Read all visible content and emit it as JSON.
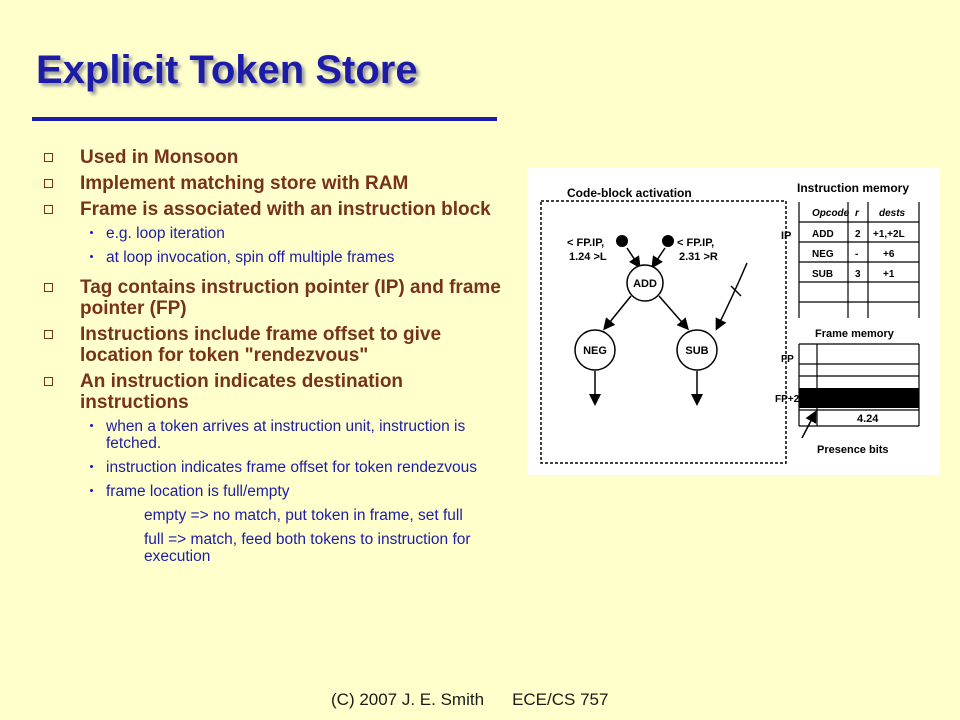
{
  "slide": {
    "title": "Explicit Token Store",
    "bullets": [
      "Used in Monsoon",
      "Implement matching store with RAM",
      "Frame is associated with an instruction block",
      "Tag contains instruction pointer (IP) and frame pointer (FP)",
      "Instructions include frame offset to give location for token \"rendezvous\"",
      "An instruction indicates destination instructions"
    ],
    "sub_bullets_block": [
      "e.g. loop iteration",
      "at loop invocation, spin off multiple frames"
    ],
    "sub_bullets_dest": [
      "when a token arrives at instruction unit, instruction is fetched.",
      "instruction indicates frame offset for token rendezvous",
      "frame location is full/empty"
    ],
    "level3": [
      "empty => no match, put token in frame, set full",
      "full => match, feed both tokens to instruction for execution"
    ]
  },
  "figure": {
    "code_block_title": "Code-block activation",
    "token_left": [
      "< FP.IP,",
      "1.24 >L"
    ],
    "token_right": [
      "< FP.IP,",
      "2.31 >R"
    ],
    "nodes": [
      "ADD",
      "NEG",
      "SUB"
    ],
    "instr_mem_title": "Instruction memory",
    "ip_label": "IP",
    "instr_headers": [
      "Opcode",
      "r",
      "dests"
    ],
    "instr_rows": [
      [
        "ADD",
        "2",
        "+1,+2L"
      ],
      [
        "NEG",
        "-",
        "+6"
      ],
      [
        "SUB",
        "3",
        "+1"
      ]
    ],
    "frame_mem_title": "Frame memory",
    "fp_label": "FP",
    "fp2_label": "FP+2",
    "frame_value": "4.24",
    "presence_label": "Presence bits"
  },
  "footer": {
    "copyright": "(C) 2007 J. E. Smith",
    "course": "ECE/CS 757"
  }
}
